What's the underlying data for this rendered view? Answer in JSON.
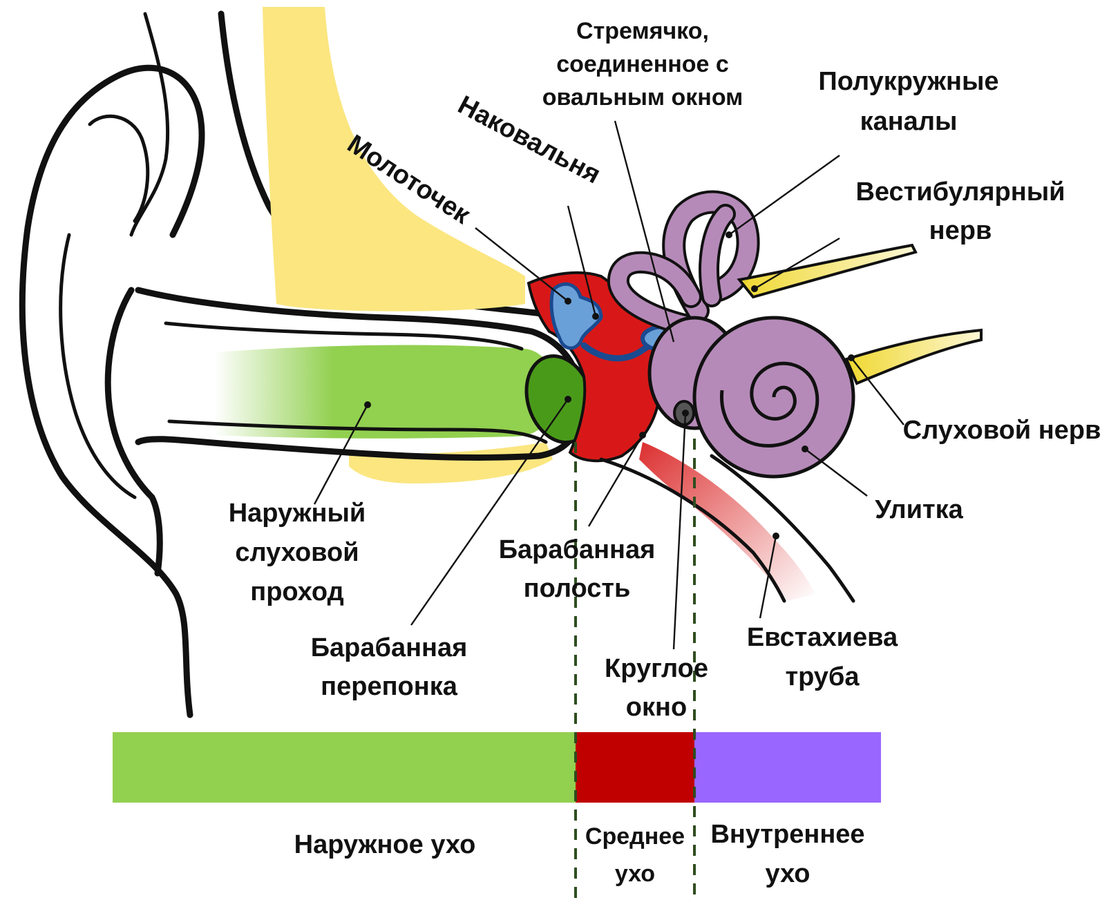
{
  "labels": {
    "stapes_1": "Стремячко,",
    "stapes_2": "соединенное с",
    "stapes_3": "овальным окном",
    "semicircular_1": "Полукружные",
    "semicircular_2": "каналы",
    "incus": "Наковальня",
    "malleus": "Молоточек",
    "vestibular_1": "Вестибулярный",
    "vestibular_2": "нерв",
    "auditory_nerve": "Слуховой нерв",
    "cochlea": "Улитка",
    "canal_1": "Наружный",
    "canal_2": "слуховой",
    "canal_3": "проход",
    "tympanic_cavity_1": "Барабанная",
    "tympanic_cavity_2": "полость",
    "eardrum_1": "Барабанная",
    "eardrum_2": "перепонка",
    "round_window_1": "Круглое",
    "round_window_2": "окно",
    "eustachian_1": "Евстахиева",
    "eustachian_2": "труба"
  },
  "sections": [
    {
      "name_1": "Наружное ухо",
      "name_2": "",
      "color": "#92d050"
    },
    {
      "name_1": "Среднее",
      "name_2": "ухо",
      "color": "#c00000"
    },
    {
      "name_1": "Внутреннее",
      "name_2": "ухо",
      "color": "#9966ff"
    }
  ],
  "colors": {
    "outer_canal": "#92d050",
    "eardrum": "#4a9a1a",
    "middle_ear": "#d81818",
    "ossicles": "#6aa0d8",
    "inner_ear": "#b58ab8",
    "bone": "#fbe680",
    "nerve": "#f0d830"
  }
}
